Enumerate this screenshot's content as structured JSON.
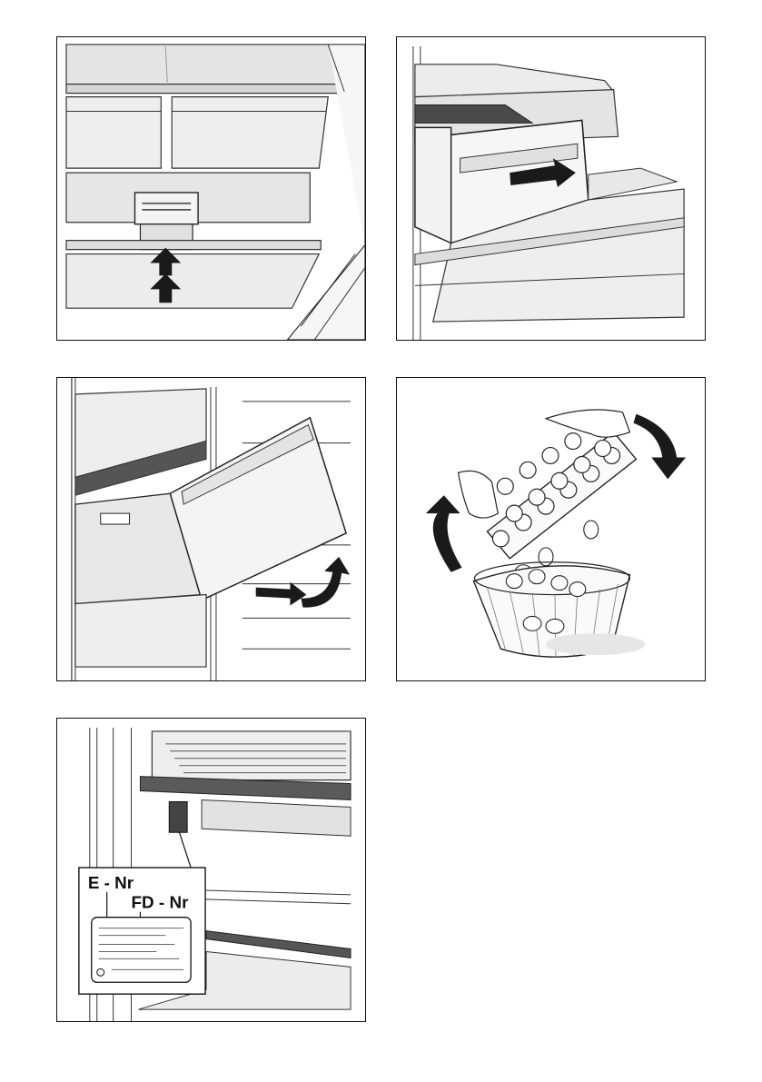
{
  "panels": [
    {
      "id": "panel-1"
    },
    {
      "id": "panel-2"
    },
    {
      "id": "panel-3"
    },
    {
      "id": "panel-4"
    },
    {
      "id": "panel-5"
    }
  ],
  "rating_plate": {
    "e_nr": "E - Nr",
    "fd_nr": "FD - Nr"
  },
  "colors": {
    "line": "#111111",
    "shelf_fill": "#e6e6e6",
    "dark_fill": "#555555",
    "arrow": "#1a1a1a"
  }
}
